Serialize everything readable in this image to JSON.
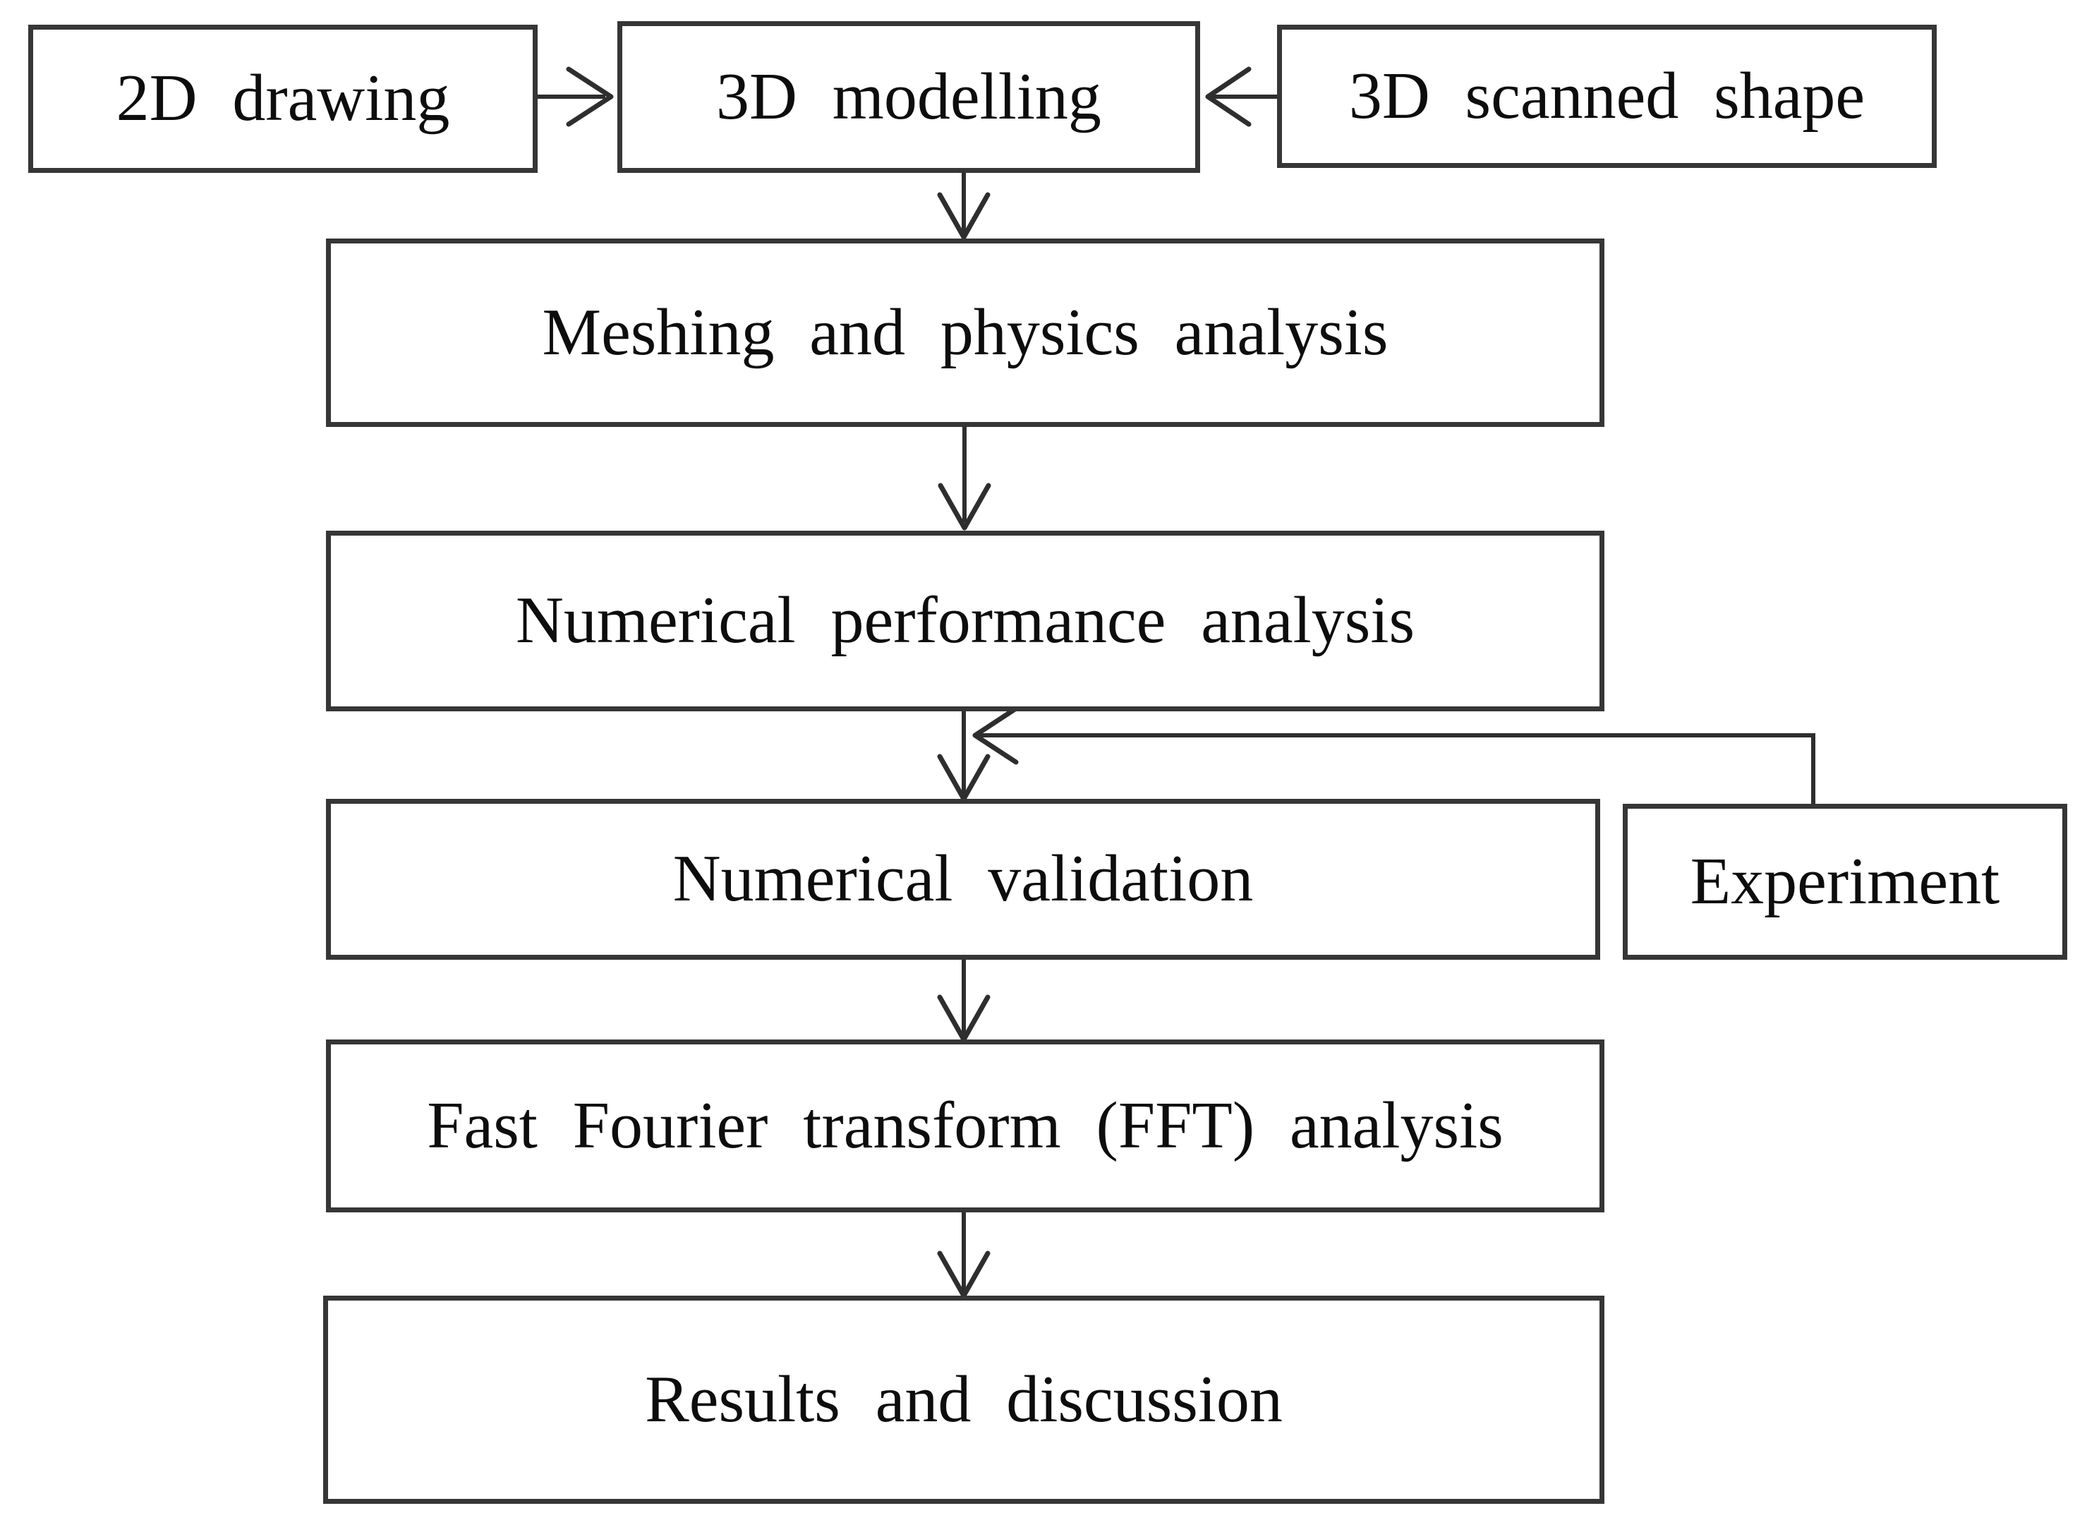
{
  "figure": {
    "type": "flowchart",
    "background_color": "#ffffff",
    "box_fill_color": "#ffffff",
    "line_color": "#2e2e2e",
    "text_color": "#0d0d0d"
  },
  "nodes": {
    "drawing2d": {
      "label": "2D drawing"
    },
    "modelling3d": {
      "label": "3D modelling"
    },
    "scanned3d": {
      "label": "3D scanned shape"
    },
    "meshing": {
      "label": "Meshing and physics analysis"
    },
    "performance": {
      "label": "Numerical performance analysis"
    },
    "validation": {
      "label": "Numerical validation"
    },
    "experiment": {
      "label": "Experiment"
    },
    "fft": {
      "label": "Fast Fourier transform (FFT) analysis"
    },
    "results": {
      "label": "Results and discussion"
    }
  },
  "edges": [
    {
      "from": "2D drawing",
      "to": "3D modelling",
      "direction": "right"
    },
    {
      "from": "3D scanned shape",
      "to": "3D modelling",
      "direction": "left"
    },
    {
      "from": "3D modelling",
      "to": "Meshing and physics analysis",
      "direction": "down"
    },
    {
      "from": "Meshing and physics analysis",
      "to": "Numerical performance analysis",
      "direction": "down"
    },
    {
      "from": "Numerical performance analysis",
      "to": "Numerical validation",
      "direction": "down"
    },
    {
      "from": "Experiment",
      "to": "Numerical validation",
      "direction": "joins arrow between Numerical performance analysis and Numerical validation"
    },
    {
      "from": "Numerical validation",
      "to": "Fast Fourier transform (FFT) analysis",
      "direction": "down"
    },
    {
      "from": "Fast Fourier transform (FFT) analysis",
      "to": "Results and discussion",
      "direction": "down"
    }
  ]
}
